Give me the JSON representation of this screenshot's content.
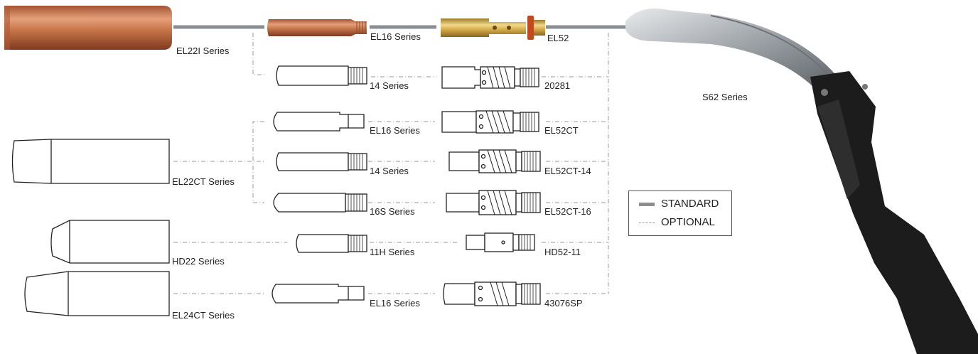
{
  "labels": {
    "el22i": "EL22I Series",
    "el16_top": "EL16 Series",
    "el52": "EL52",
    "s62": "S62 Series",
    "s14_a": "14 Series",
    "n20281": "20281",
    "el16_b": "EL16 Series",
    "el52ct": "EL52CT",
    "el22ct": "EL22CT Series",
    "s14_b": "14 Series",
    "el52ct14": "EL52CT-14",
    "s16s": "16S Series",
    "el52ct16": "EL52CT-16",
    "hd22": "HD22 Series",
    "s11h": "11H Series",
    "hd5211": "HD52-11",
    "el24ct": "EL24CT Series",
    "el16_c": "EL16 Series",
    "n43076sp": "43076SP"
  },
  "legend": {
    "standard": "STANDARD",
    "optional": "OPTIONAL"
  },
  "colors": {
    "standard_line": "#8a8d91",
    "optional_line": "#9a9a9a",
    "copper": "#c8764a",
    "brass": "#d9b24c",
    "gun_handle": "#1c1c1c",
    "gun_neck": "#b8bcc0"
  }
}
